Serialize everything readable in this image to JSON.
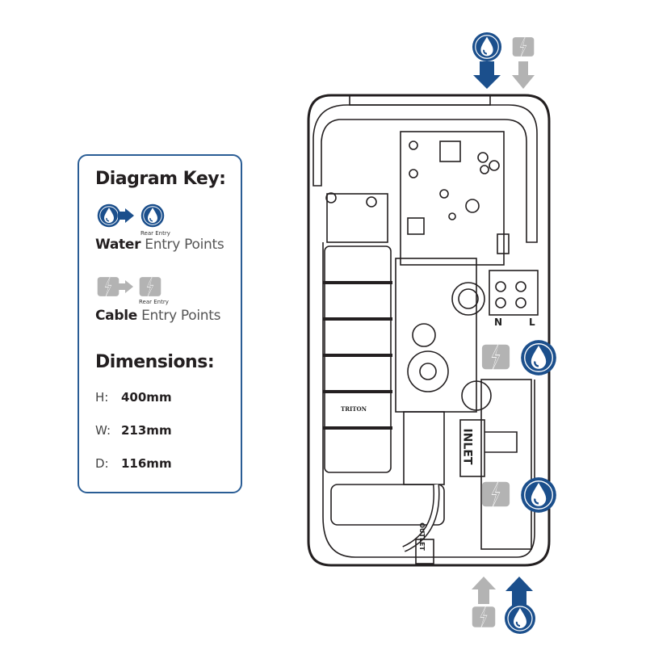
{
  "key": {
    "title": "Diagram Key:",
    "water": {
      "rear_label": "Rear Entry",
      "bold": "Water",
      "rest": "Entry Points"
    },
    "cable": {
      "rear_label": "Rear Entry",
      "bold": "Cable",
      "rest": "Entry Points"
    },
    "dimensions_title": "Dimensions:",
    "dimensions": [
      {
        "label": "H:",
        "value": "400mm"
      },
      {
        "label": "W:",
        "value": "213mm"
      },
      {
        "label": "D:",
        "value": "116mm"
      }
    ]
  },
  "unit": {
    "terminal_labels": [
      "N",
      "L"
    ],
    "inlet_label": "INLET",
    "outlet_label": "OUTLET",
    "brand": "TRITON"
  },
  "colors": {
    "water": "#1b4f8c",
    "cable": "#b3b3b3",
    "outline": "#231f20",
    "key_border": "#2a5d95"
  }
}
